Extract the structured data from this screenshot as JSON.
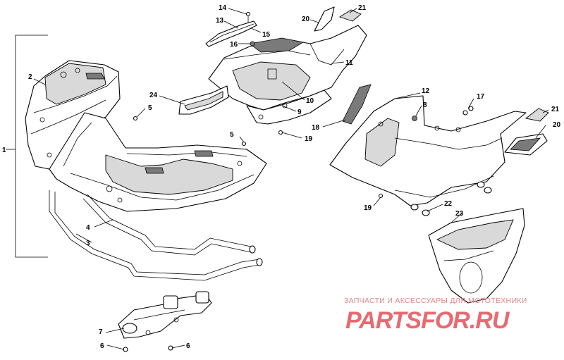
{
  "callouts": [
    {
      "id": "c1",
      "text": "1"
    },
    {
      "id": "c2",
      "text": "2"
    },
    {
      "id": "c3",
      "text": "3"
    },
    {
      "id": "c4",
      "text": "4"
    },
    {
      "id": "c5a",
      "text": "5"
    },
    {
      "id": "c5b",
      "text": "5"
    },
    {
      "id": "c6a",
      "text": "6"
    },
    {
      "id": "c6b",
      "text": "6"
    },
    {
      "id": "c7",
      "text": "7"
    },
    {
      "id": "c8",
      "text": "8"
    },
    {
      "id": "c9",
      "text": "9"
    },
    {
      "id": "c10",
      "text": "10"
    },
    {
      "id": "c11",
      "text": "11"
    },
    {
      "id": "c12",
      "text": "12"
    },
    {
      "id": "c13",
      "text": "13"
    },
    {
      "id": "c14",
      "text": "14"
    },
    {
      "id": "c15",
      "text": "15"
    },
    {
      "id": "c16",
      "text": "16"
    },
    {
      "id": "c17",
      "text": "17"
    },
    {
      "id": "c18",
      "text": "18"
    },
    {
      "id": "c19a",
      "text": "19"
    },
    {
      "id": "c19b",
      "text": "19"
    },
    {
      "id": "c20a",
      "text": "20"
    },
    {
      "id": "c20b",
      "text": "20"
    },
    {
      "id": "c21a",
      "text": "21"
    },
    {
      "id": "c21b",
      "text": "21"
    },
    {
      "id": "c22",
      "text": "22"
    },
    {
      "id": "c23",
      "text": "23"
    },
    {
      "id": "c24",
      "text": "24"
    }
  ],
  "watermark": {
    "tagline": "ЗАПЧАСТИ И АКСЕССУАРЫ ДЛЯ МОТОТЕХНИКИ",
    "brand": "PARTSFOR.RU",
    "color": "#e86a70"
  }
}
